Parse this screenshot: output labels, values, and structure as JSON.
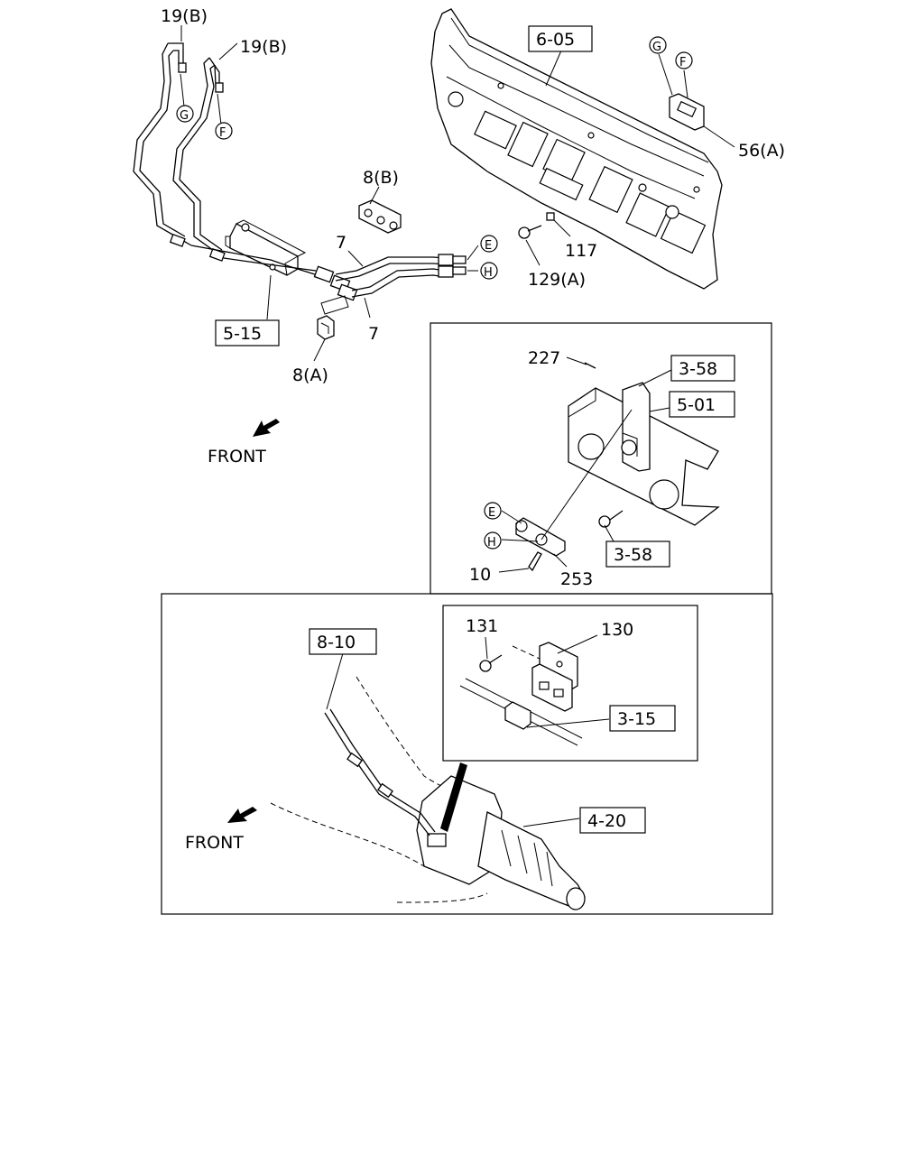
{
  "labels": {
    "l19b_1": "19(B)",
    "l19b_2": "19(B)",
    "l605": "6-05",
    "l56a": "56(A)",
    "l8b": "8(B)",
    "l7a": "7",
    "l7b": "7",
    "l117": "117",
    "l129a": "129(A)",
    "l515": "5-15",
    "l8a": "8(A)",
    "front1": "FRONT",
    "l227": "227",
    "l358a": "3-58",
    "l501": "5-01",
    "l358b": "3-58",
    "l10": "10",
    "l253": "253",
    "l810": "8-10",
    "l131": "131",
    "l130": "130",
    "l315": "3-15",
    "l420": "4-20",
    "front2": "FRONT"
  },
  "callouts": {
    "G": "G",
    "F": "F",
    "E": "E",
    "H": "H"
  },
  "icons": {
    "front_arrow": "arrow-down-left-icon"
  }
}
